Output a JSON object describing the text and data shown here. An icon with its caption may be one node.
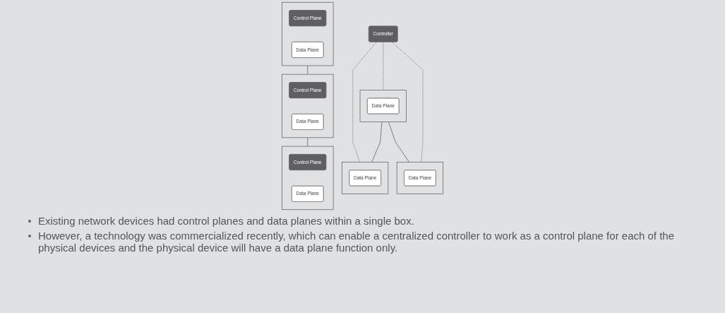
{
  "diagram": {
    "nodes": [
      {
        "text": [],
        "shape": "box"
      },
      {
        "text": [
          "Control Plane"
        ],
        "in": 0
      },
      {
        "text": [
          "Data Plane"
        ],
        "in": 0
      },
      {
        "text": [],
        "shape": "box"
      },
      {
        "text": [
          "Control Plane"
        ],
        "in": 3
      },
      {
        "text": [
          "Data Plane"
        ],
        "in": 3
      },
      {
        "text": [],
        "shape": "box"
      },
      {
        "text": [
          "Control Plane"
        ],
        "in": 6
      },
      {
        "text": [
          "Data Plane"
        ],
        "in": 6
      },
      {
        "text": [
          "Controller"
        ]
      },
      {
        "text": [],
        "shape": "box"
      },
      {
        "text": [
          "Data Plane"
        ],
        "in": 10
      },
      {
        "text": [],
        "shape": "box"
      },
      {
        "text": [
          "Data Plane"
        ],
        "in": 12
      },
      {
        "text": [],
        "shape": "box"
      },
      {
        "text": [
          "Data Plane"
        ],
        "in": 14
      }
    ],
    "edges": [
      {
        "from": 3,
        "to": 0,
        "arrow": "none"
      },
      {
        "from": 0,
        "to": 6,
        "arrow": "none"
      },
      {
        "from": 9,
        "to": 12,
        "arrow": "none",
        "style": "dashed"
      },
      {
        "from": 9,
        "to": 10,
        "arrow": "none",
        "style": "dashed"
      },
      {
        "from": 9,
        "to": 14,
        "arrow": "none",
        "style": "dashed"
      },
      {
        "from": 10,
        "to": 12,
        "arrow": "none"
      },
      {
        "from": 10,
        "to": 14,
        "arrow": "none"
      }
    ],
    "labels": [
      "Existing network devices had control planes and data planes within a single box.",
      "However, a technology was commercialized recently, which can enable a centralized controller to work as a control plane for each of the physical devices and the physical device will have a data plane function only."
    ]
  }
}
